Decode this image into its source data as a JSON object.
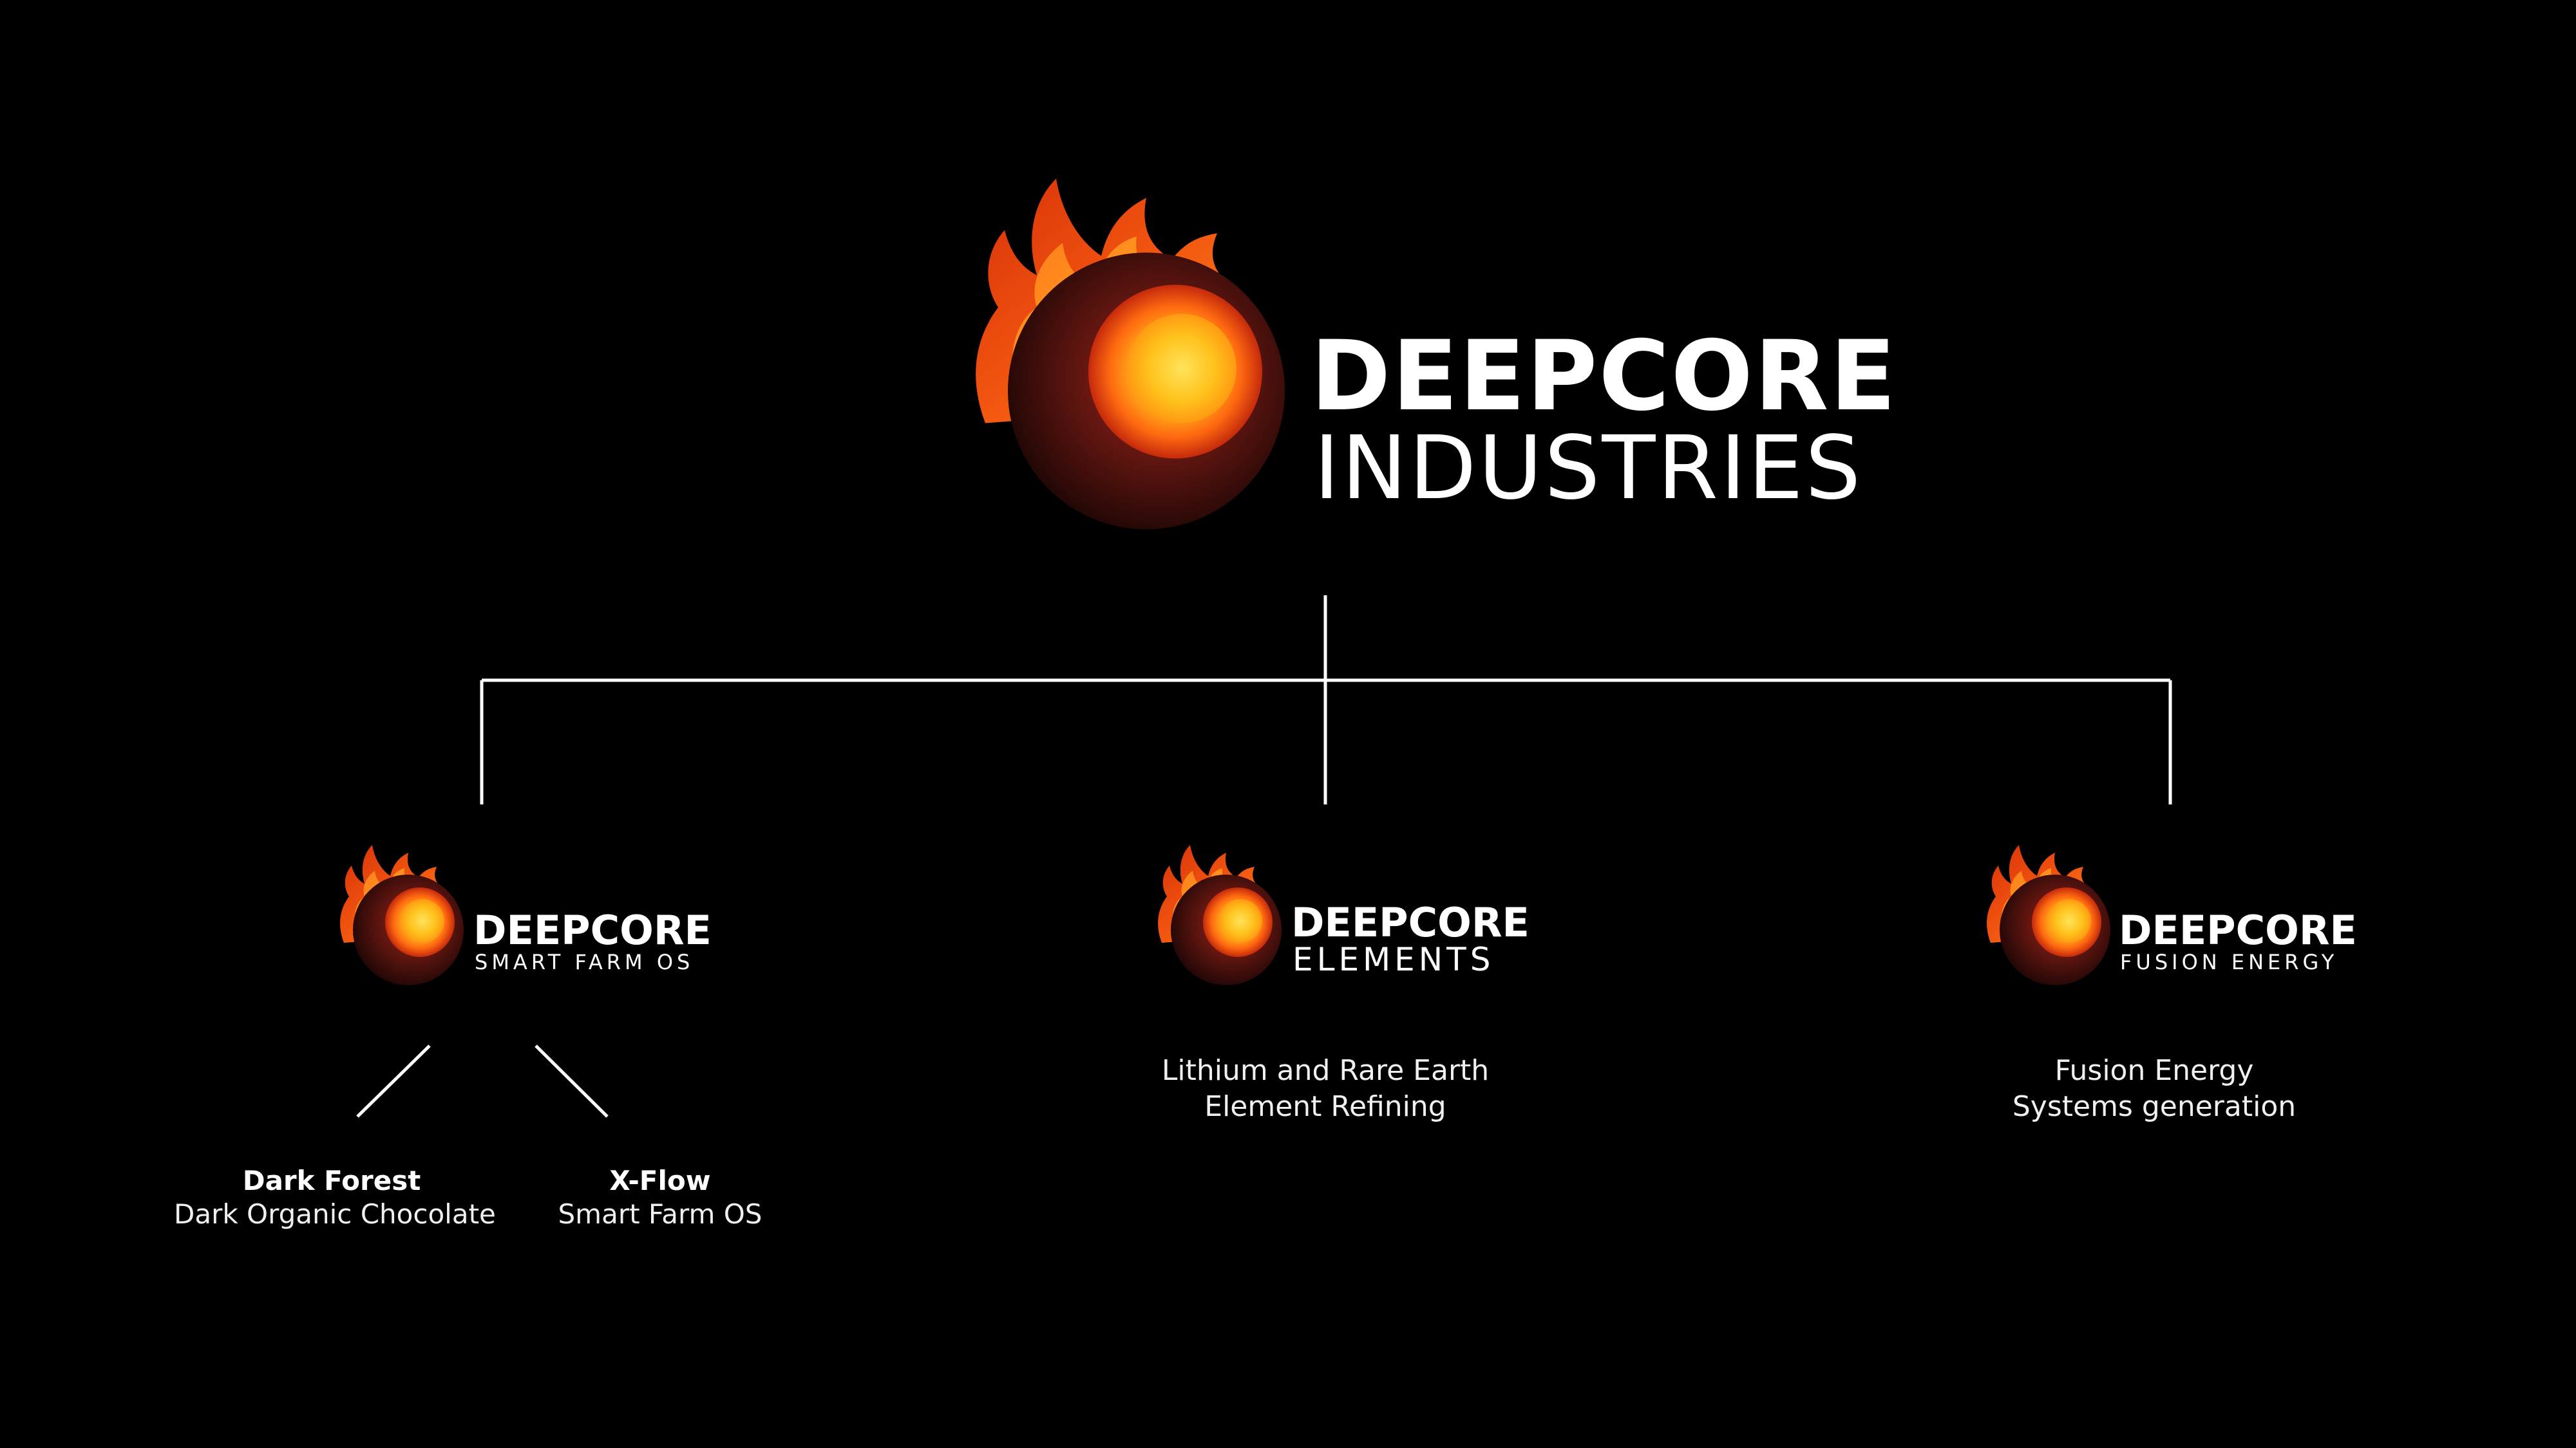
{
  "colors": {
    "background": "#000000",
    "line": "#ffffff",
    "flame_outer": "#e8400c",
    "flame_inner": "#ff8a1e",
    "core_glow": "#ffcc1a",
    "sphere_dark": "#3a0d0a"
  },
  "root": {
    "title": "DEEPCORE",
    "subtitle": "INDUSTRIES",
    "icon": "fire-sphere-logo-icon"
  },
  "divisions": [
    {
      "title": "DEEPCORE",
      "subtitle": "SMART FARM OS",
      "icon": "fire-sphere-logo-icon",
      "children": [
        {
          "title": "Dark Forest",
          "description": "Dark Organic Chocolate"
        },
        {
          "title": "X-Flow",
          "description": "Smart Farm OS"
        }
      ]
    },
    {
      "title": "DEEPCORE",
      "subtitle": "ELEMENTS",
      "icon": "fire-sphere-logo-icon",
      "description_lines": [
        "Lithium and Rare Earth",
        "Element Refining"
      ]
    },
    {
      "title": "DEEPCORE",
      "subtitle": "FUSION ENERGY",
      "icon": "fire-sphere-logo-icon",
      "description_lines": [
        "Fusion Energy",
        "Systems generation"
      ]
    }
  ]
}
